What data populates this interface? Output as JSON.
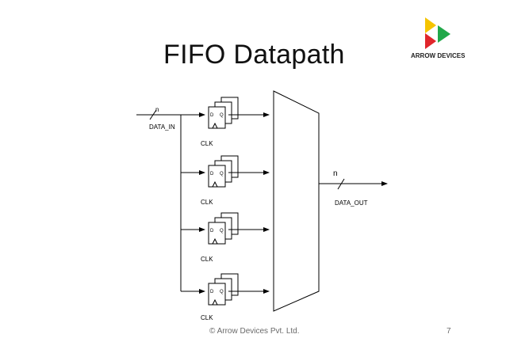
{
  "slide": {
    "title": "FIFO Datapath",
    "footer": "© Arrow Devices Pvt. Ltd.",
    "page_number": "7"
  },
  "logo": {
    "text": "ARROW DEVICES",
    "colors": {
      "yellow": "#f5c400",
      "green": "#22a84a",
      "red": "#e0262b"
    }
  },
  "diagram": {
    "input_bus_width": "n",
    "input_label": "DATA_IN",
    "output_bus_width": "n",
    "output_label": "DATA_OUT",
    "flipflop_d_label": "D",
    "flipflop_q_label": "Q",
    "clock_labels": [
      "CLK",
      "CLK",
      "CLK",
      "CLK"
    ]
  }
}
